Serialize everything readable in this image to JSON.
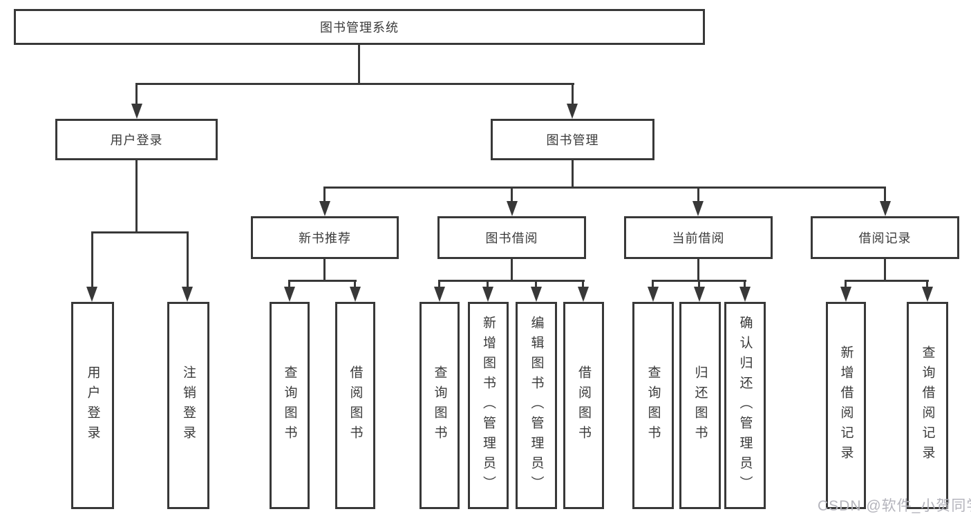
{
  "colors": {
    "line": "#383838",
    "text": "#3a3a3a",
    "background": "#ffffff",
    "watermark": "#b4b4bc"
  },
  "watermark": "CSDN @软件_小贺同学",
  "tree": {
    "label": "图书管理系统",
    "children": [
      {
        "label": "用户登录",
        "children": [
          {
            "label": "用户登录"
          },
          {
            "label": "注销登录"
          }
        ]
      },
      {
        "label": "图书管理",
        "children": [
          {
            "label": "新书推荐",
            "children": [
              {
                "label": "查询图书"
              },
              {
                "label": "借阅图书"
              }
            ]
          },
          {
            "label": "图书借阅",
            "children": [
              {
                "label": "查询图书"
              },
              {
                "label": "新增图书（管理员）"
              },
              {
                "label": "编辑图书（管理员）"
              },
              {
                "label": "借阅图书"
              }
            ]
          },
          {
            "label": "当前借阅",
            "children": [
              {
                "label": "查询图书"
              },
              {
                "label": "归还图书"
              },
              {
                "label": "确认归还（管理员）"
              }
            ]
          },
          {
            "label": "借阅记录",
            "children": [
              {
                "label": "新增借阅记录"
              },
              {
                "label": "查询借阅记录"
              }
            ]
          }
        ]
      }
    ]
  }
}
